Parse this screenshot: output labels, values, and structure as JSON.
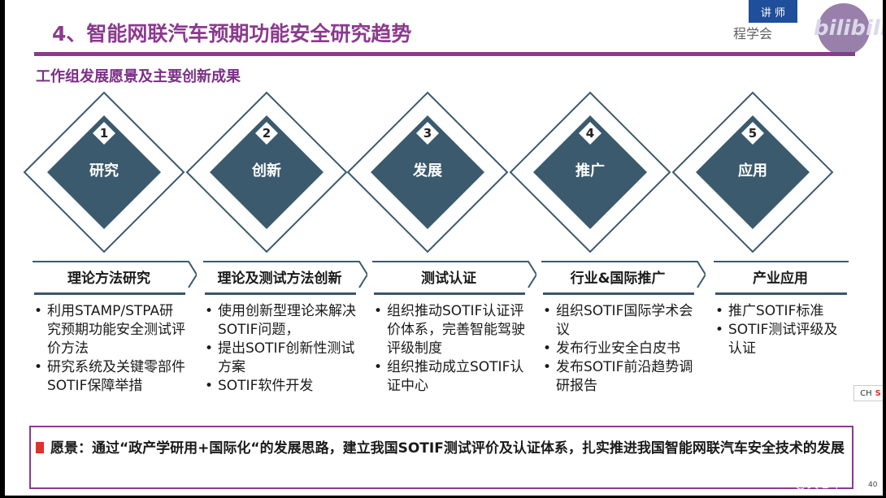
{
  "header": {
    "title": "4、智能网联汽车预期功能安全研究趋势",
    "subtitle": "工作组发展愿景及主要创新成果",
    "badge": "讲 师",
    "watermark": "程学会",
    "bili_logo": "bilibili"
  },
  "stages": [
    {
      "num": "1",
      "label": "研究"
    },
    {
      "num": "2",
      "label": "创新"
    },
    {
      "num": "3",
      "label": "发展"
    },
    {
      "num": "4",
      "label": "推广"
    },
    {
      "num": "5",
      "label": "应用"
    }
  ],
  "cards": [
    {
      "title": "理论方法研究",
      "items": [
        "利用STAMP/STPA研究预期功能安全测试评价方法",
        "研究系统及关键零部件SOTIF保障举措"
      ]
    },
    {
      "title": "理论及测试方法创新",
      "items": [
        "使用创新型理论来解决SOTIF问题，",
        "提出SOTIF创新性测试方案",
        "SOTIF软件开发"
      ]
    },
    {
      "title": "测试认证",
      "items": [
        "组织推动SOTIF认证评价体系，完善智能驾驶评级制度",
        "组织推动成立SOTIF认证中心"
      ]
    },
    {
      "title": "行业&国际推广",
      "items": [
        "组织SOTIF国际学术会议",
        "发布行业安全白皮书",
        "发布SOTIF前沿趋势调研报告"
      ]
    },
    {
      "title": "产业应用",
      "items": [
        "推广SOTIF标准",
        "SOTIF测试评级及认证"
      ]
    }
  ],
  "vision": {
    "text": "愿景：通过“政产学研用+国际化“的发展思路，建立我国SOTIF测试评价及认证体系，扎实推进我国智能网联汽车安全技术的发展"
  },
  "footer": {
    "page_number": "40",
    "csdn": "CSDN @笑忘书t",
    "ime_label": "CH"
  },
  "colors": {
    "accent": "#8b3a8e",
    "diamond_fill": "#3b5a6d",
    "diamond_outline": "#3b5a6d"
  }
}
